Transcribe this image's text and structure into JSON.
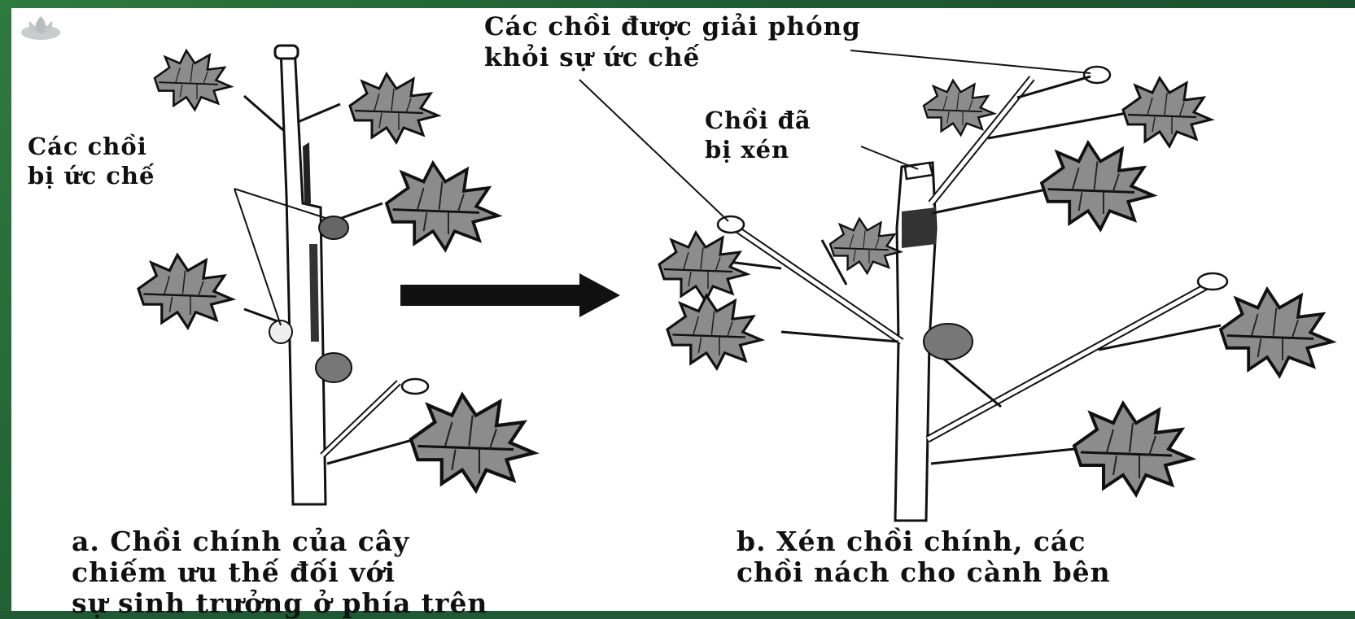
{
  "labels": {
    "released_buds_line1": "Các chồi được giải phóng",
    "released_buds_line2": "khỏi sự ức chế",
    "inhibited_buds_line1": "Các chồi",
    "inhibited_buds_line2": "bị ức chế",
    "cut_bud_line1": "Chồi đã",
    "cut_bud_line2": "bị xén"
  },
  "captions": {
    "a_line1": "a. Chồi chính của cây",
    "a_line2": "chiếm ưu thế đối với",
    "a_line3": "sự sinh trưởng ở phía trên",
    "b_line1": "b. Xén chồi chính, các",
    "b_line2": "chồi nách cho cành bên"
  },
  "colors": {
    "frame": "#1f5a34",
    "ink": "#111111",
    "background": "#ffffff"
  }
}
